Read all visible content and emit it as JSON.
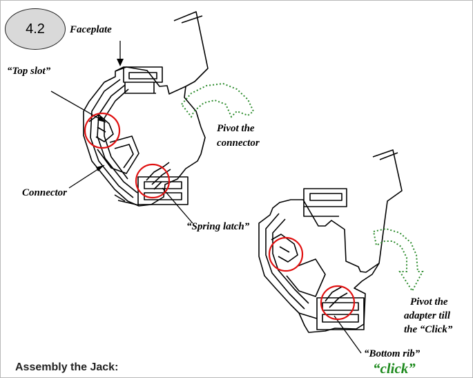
{
  "step": {
    "number": "4.2"
  },
  "labels": {
    "faceplate": "Faceplate",
    "top_slot": "“Top slot”",
    "connector": "Connector",
    "spring_latch": "“Spring latch”",
    "pivot_connector_line1": "Pivot the",
    "pivot_connector_line2": "connector",
    "pivot_adapter_line1": "Pivot the",
    "pivot_adapter_line2": "adapter till",
    "pivot_adapter_line3": "the “Click”",
    "bottom_rib": "“Bottom rib”",
    "click": "“click”"
  },
  "section": {
    "title": "Assembly the Jack:"
  },
  "colors": {
    "outline": "#000000",
    "highlight_circle": "#e01010",
    "pivot_arrow": "#2a8a2a",
    "badge_fill": "#d9d9d9",
    "click_text": "#1d8a1d"
  }
}
